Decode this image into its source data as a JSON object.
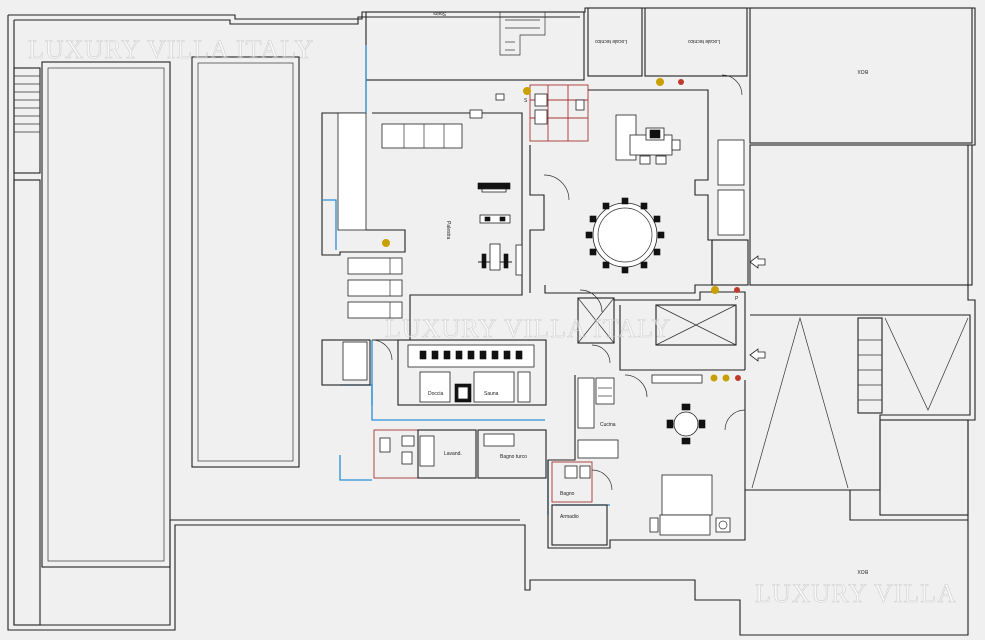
{
  "watermark": "LUXURY VILLA ITALY",
  "watermark_br": "LUXURY VILLA",
  "rooms": {
    "stairs_top": "Stairs",
    "locale_tecnico_left": "Locale tecnico",
    "locale_tecnico_right": "Locale tecnico",
    "box_top": "BOX",
    "box_bottom": "BOX",
    "palestra": "Palestra",
    "doccia": "Doccia",
    "sauna": "Sauna",
    "lavand": "Lavand.",
    "bagno_turco": "Bagno turco",
    "cucina": "Cucina",
    "bathroom_label": "Bagno",
    "closet_label": "Armadio"
  },
  "symbols": {
    "s_marker": "S",
    "p_marker": "P"
  },
  "colors": {
    "background": "#f0f0f0",
    "walls": "#222222",
    "pool_edges": "#2a8fd6",
    "bathroom_tiles": "#a33333",
    "marker_gold": "#c9a000",
    "marker_red": "#c0392b"
  }
}
